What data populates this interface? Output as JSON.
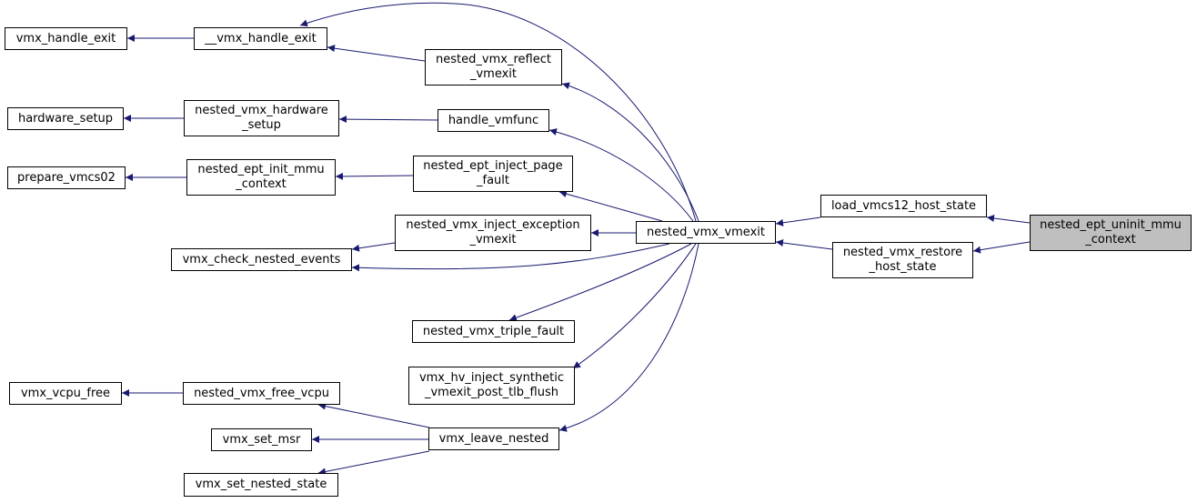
{
  "graph": {
    "edge_color": "#191970",
    "target_fill": "#bfbfbf",
    "nodes": {
      "vmx_handle_exit": [
        "vmx_handle_exit"
      ],
      "__vmx_handle_exit": [
        "__vmx_handle_exit"
      ],
      "nested_vmx_reflect_vmexit": [
        "nested_vmx_reflect",
        "_vmexit"
      ],
      "hardware_setup": [
        "hardware_setup"
      ],
      "nested_vmx_hardware_setup": [
        "nested_vmx_hardware",
        "_setup"
      ],
      "handle_vmfunc": [
        "handle_vmfunc"
      ],
      "prepare_vmcs02": [
        "prepare_vmcs02"
      ],
      "nested_ept_init_mmu_context": [
        "nested_ept_init_mmu",
        "_context"
      ],
      "nested_ept_inject_page_fault": [
        "nested_ept_inject_page",
        "_fault"
      ],
      "nested_vmx_inject_exception_vmexit": [
        "nested_vmx_inject_exception",
        "_vmexit"
      ],
      "vmx_check_nested_events": [
        "vmx_check_nested_events"
      ],
      "nested_vmx_vmexit": [
        "nested_vmx_vmexit"
      ],
      "load_vmcs12_host_state": [
        "load_vmcs12_host_state"
      ],
      "nested_vmx_restore_host_state": [
        "nested_vmx_restore",
        "_host_state"
      ],
      "nested_ept_uninit_mmu_context": [
        "nested_ept_uninit_mmu",
        "_context"
      ],
      "nested_vmx_triple_fault": [
        "nested_vmx_triple_fault"
      ],
      "vmx_hv_inject_synthetic_vmexit_post_tlb_flush": [
        "vmx_hv_inject_synthetic",
        "_vmexit_post_tlb_flush"
      ],
      "vmx_vcpu_free": [
        "vmx_vcpu_free"
      ],
      "nested_vmx_free_vcpu": [
        "nested_vmx_free_vcpu"
      ],
      "vmx_set_msr": [
        "vmx_set_msr"
      ],
      "vmx_leave_nested": [
        "vmx_leave_nested"
      ],
      "vmx_set_nested_state": [
        "vmx_set_nested_state"
      ]
    }
  }
}
